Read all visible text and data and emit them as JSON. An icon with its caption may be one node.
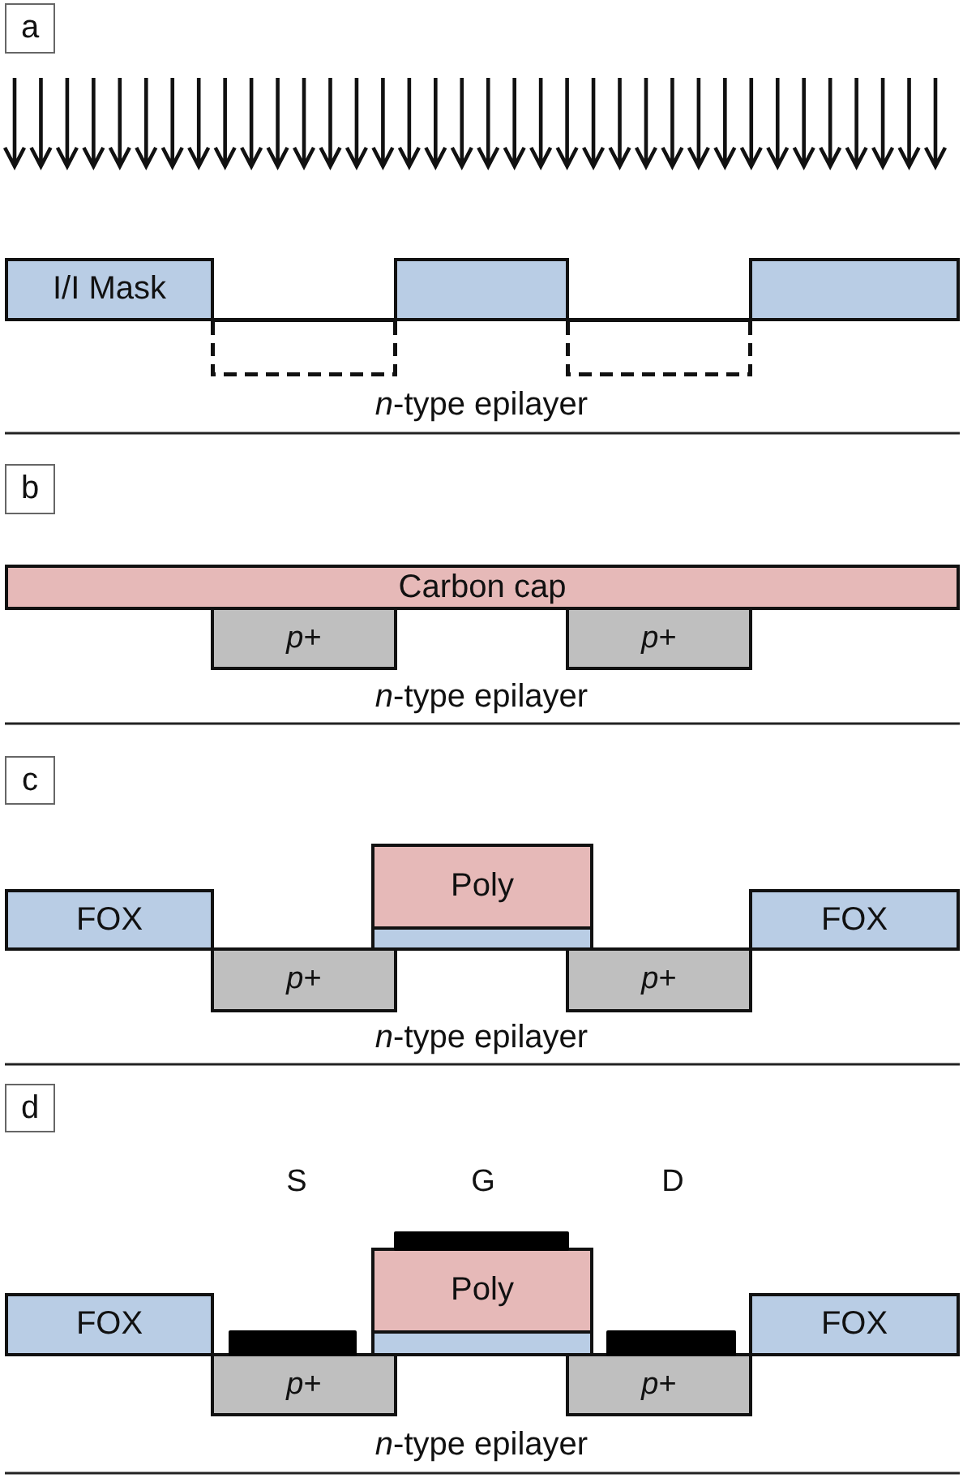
{
  "diagram": {
    "nodes": [
      {
        "text": [
          "a"
        ]
      },
      {
        "text": [
          "I/I Mask"
        ]
      },
      {
        "text": [],
        "shape": "box"
      },
      {
        "text": [],
        "shape": "box"
      },
      {
        "text": [],
        "shape": "box"
      },
      {
        "text": [],
        "shape": "box"
      },
      {
        "text": [
          "b"
        ]
      },
      {
        "text": [
          "Carbon cap"
        ]
      },
      {
        "text": [
          "*p*+"
        ]
      },
      {
        "text": [
          "*p*+"
        ]
      },
      {
        "text": [
          "c"
        ]
      },
      {
        "text": [
          "FOX"
        ]
      },
      {
        "text": [
          "Poly"
        ]
      },
      {
        "text": [],
        "shape": "bar"
      },
      {
        "text": [
          "FOX"
        ]
      },
      {
        "text": [
          "*p*+"
        ]
      },
      {
        "text": [
          "*p*+"
        ]
      },
      {
        "text": [
          "d"
        ]
      },
      {
        "text": [],
        "shape": "bar"
      },
      {
        "text": [
          "FOX"
        ]
      },
      {
        "text": [
          "Poly"
        ]
      },
      {
        "text": [],
        "shape": "bar"
      },
      {
        "text": [
          "FOX"
        ]
      },
      {
        "text": [],
        "shape": "bar"
      },
      {
        "text": [],
        "shape": "bar"
      },
      {
        "text": [
          "*p*+"
        ]
      },
      {
        "text": [
          "*p*+"
        ]
      }
    ],
    "labels": [
      "*n*-type epilayer",
      "*n*-type epilayer",
      "*n*-type epilayer",
      "S",
      "G",
      "D",
      "*n*-type epilayer"
    ]
  }
}
